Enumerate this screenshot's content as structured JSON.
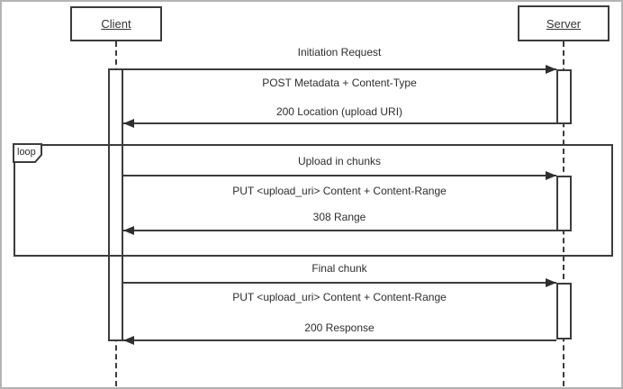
{
  "colors": {
    "line": "#3c3c3c",
    "text": "#2e2e2e",
    "frame_border": "#b4b4b4",
    "background": "#ffffff"
  },
  "sequence_diagram": {
    "actors": [
      {
        "name": "Client"
      },
      {
        "name": "Server"
      }
    ],
    "loop": {
      "operator": "loop"
    },
    "phases": [
      {
        "title": "Initiation Request",
        "request": "POST Metadata + Content-Type",
        "request_from": "Client",
        "request_to": "Server",
        "response": "200 Location (upload URI)",
        "response_from": "Server",
        "response_to": "Client"
      },
      {
        "title": "Upload in chunks",
        "in_loop": true,
        "request": "PUT <upload_uri> Content + Content-Range",
        "request_from": "Client",
        "request_to": "Server",
        "response": "308 Range",
        "response_from": "Server",
        "response_to": "Client"
      },
      {
        "title": "Final chunk",
        "request": "PUT <upload_uri> Content + Content-Range",
        "request_from": "Client",
        "request_to": "Server",
        "response": "200 Response",
        "response_from": "Server",
        "response_to": "Client"
      }
    ]
  }
}
